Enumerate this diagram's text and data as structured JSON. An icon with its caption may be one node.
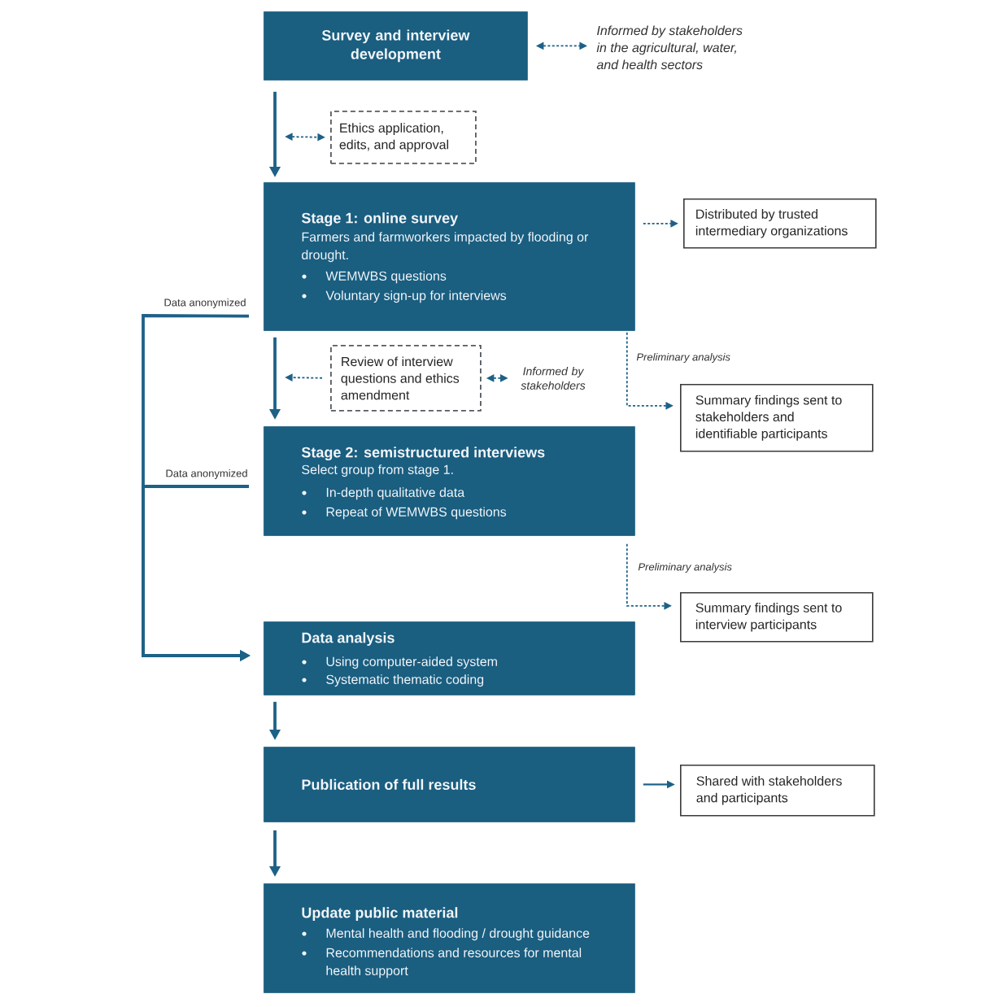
{
  "diagram": {
    "nodes": [
      {
        "text": [
          "Survey and interview development"
        ]
      },
      {
        "text": [
          "Informed by stakeholders in the agricultural, water, and health sectors"
        ]
      },
      {
        "text": [
          "Ethics application, edits, and approval"
        ]
      },
      {
        "text": [
          "Stage 1: online survey",
          "Farmers and farmworkers impacted by flooding or drought.",
          "WEMWBS questions",
          "Voluntary sign-up for interviews"
        ]
      },
      {
        "text": [
          "Distributed by trusted intermediary organizations"
        ]
      },
      {
        "text": [
          "Review of interview questions and ethics amendment"
        ]
      },
      {
        "text": [
          "Informed by stakeholders"
        ]
      },
      {
        "text": [
          "Summary findings sent to stakeholders and identifiable participants"
        ]
      },
      {
        "text": [
          "Stage 2: semistructured interviews",
          "Select group from stage 1.",
          "In-depth qualitative data",
          "Repeat of WEMWBS questions"
        ]
      },
      {
        "text": [
          "Summary findings sent to interview participants"
        ]
      },
      {
        "text": [
          "Data analysis",
          "Using computer-aided system",
          "Systematic thematic coding"
        ]
      },
      {
        "text": [
          "Publication of full results"
        ]
      },
      {
        "text": [
          "Shared with stakeholders and participants"
        ]
      },
      {
        "text": [
          "Update public material",
          "Mental health and flooding / drought guidance",
          "Recommendations and resources for mental health support"
        ]
      }
    ],
    "edges": [
      {
        "from": 0,
        "to": 1,
        "arrow": "both",
        "style": "dashed"
      },
      {
        "from": 0,
        "to": 3,
        "arrow": "to"
      },
      {
        "from": null,
        "to": 2,
        "arrow": "both",
        "style": "dashed"
      },
      {
        "from": 3,
        "to": 4,
        "arrow": "to",
        "style": "dashed"
      },
      {
        "from": 3,
        "to": 7,
        "arrow": "to",
        "style": "dashed",
        "label": "Preliminary analysis"
      },
      {
        "from": 5,
        "to": null,
        "arrow": "to",
        "style": "dashed"
      },
      {
        "from": 5,
        "to": 6,
        "arrow": "both",
        "style": "dashed"
      },
      {
        "from": 3,
        "to": 8,
        "arrow": "to"
      },
      {
        "from": 8,
        "to": 9,
        "arrow": "to",
        "style": "dashed",
        "label": "Preliminary analysis"
      },
      {
        "from": 3,
        "to": 10,
        "arrow": "to",
        "label": "Data anonymized"
      },
      {
        "from": 8,
        "to": 10,
        "arrow": "to",
        "label": "Data anonymized"
      },
      {
        "from": 10,
        "to": 11,
        "arrow": "to"
      },
      {
        "from": 11,
        "to": 12,
        "arrow": "to"
      },
      {
        "from": 11,
        "to": 13,
        "arrow": "to"
      }
    ]
  }
}
